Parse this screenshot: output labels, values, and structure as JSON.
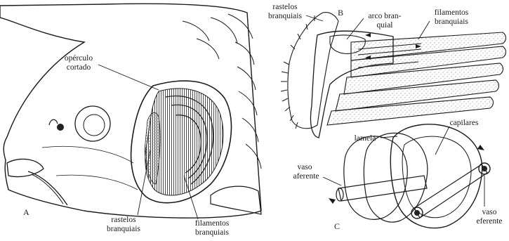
{
  "panels": {
    "a": {
      "letter": "A",
      "labels": {
        "operculo_line1": "opérculo",
        "operculo_line2": "cortado",
        "rastelos_line1": "rastelos",
        "rastelos_line2": "branquiais",
        "filamentos_line1": "filamentos",
        "filamentos_line2": "branquiais"
      }
    },
    "b": {
      "letter": "B",
      "labels": {
        "rastelos_line1": "rastelos",
        "rastelos_line2": "branquiais",
        "arco_line1": "arco bran-",
        "arco_line2": "quial",
        "filamentos_line1": "filamentos",
        "filamentos_line2": "branquiais"
      }
    },
    "c": {
      "letter": "C",
      "labels": {
        "lamela": "lamela",
        "capilares": "capilares",
        "vaso_aferente_line1": "vaso",
        "vaso_aferente_line2": "aferente",
        "vaso_eferente_line1": "vaso",
        "vaso_eferente_line2": "eferente"
      }
    }
  }
}
